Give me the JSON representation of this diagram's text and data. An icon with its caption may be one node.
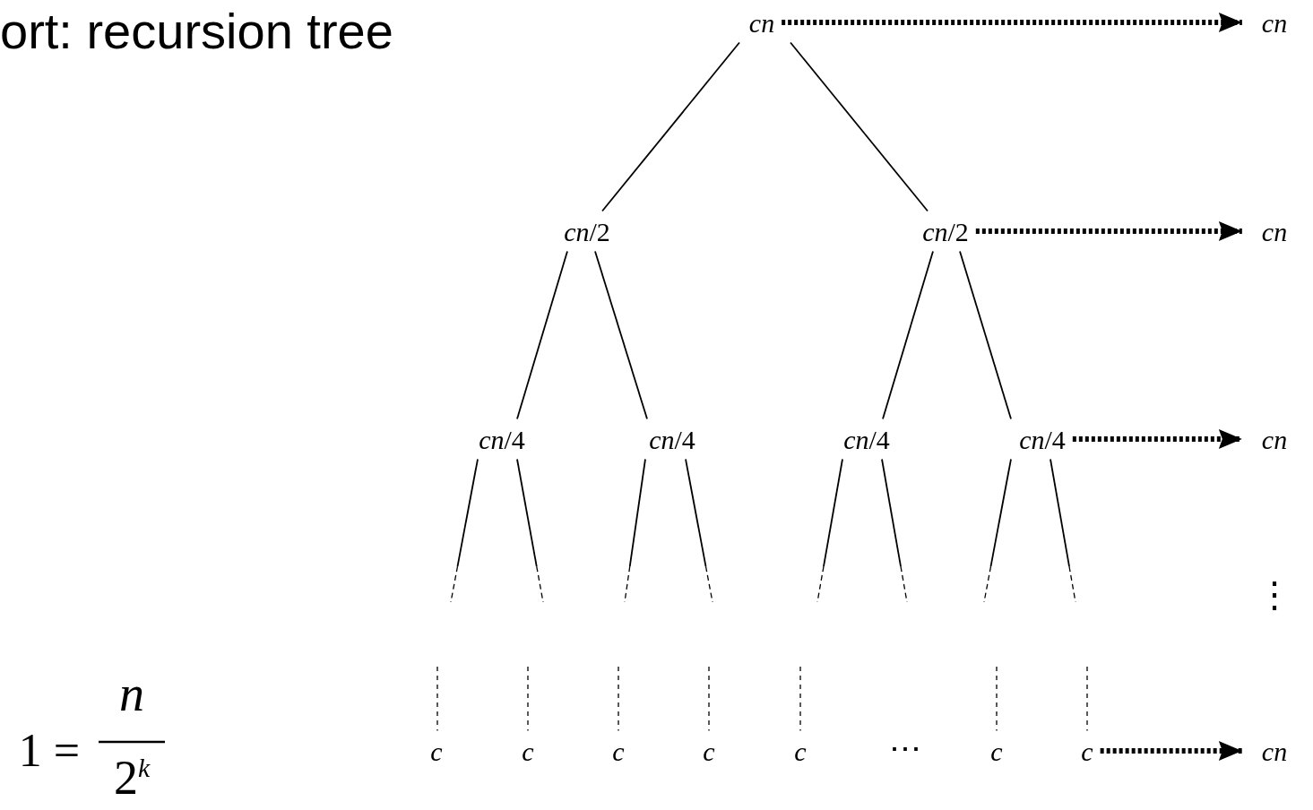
{
  "diagram": {
    "title": "ort: recursion tree",
    "nodes": [
      {
        "text": [
          "cn"
        ]
      },
      {
        "text": [
          "*cn*/2"
        ]
      },
      {
        "text": [
          "*cn*/2"
        ]
      },
      {
        "text": [
          "*cn*/4"
        ]
      },
      {
        "text": [
          "*cn*/4"
        ]
      },
      {
        "text": [
          "*cn*/4"
        ]
      },
      {
        "text": [
          "*cn*/4"
        ]
      },
      {
        "text": [
          "c"
        ]
      },
      {
        "text": [
          "c"
        ]
      },
      {
        "text": [
          "c"
        ]
      },
      {
        "text": [
          "c"
        ]
      },
      {
        "text": [
          "c"
        ]
      },
      {
        "text": [
          "c"
        ]
      },
      {
        "text": [
          "c"
        ]
      },
      {
        "text": [
          "cn"
        ]
      },
      {
        "text": [
          "cn"
        ]
      },
      {
        "text": [
          "cn"
        ]
      },
      {
        "text": [
          "cn"
        ]
      }
    ],
    "edges": [
      {
        "from": 0,
        "to": 1,
        "arrow": "none"
      },
      {
        "from": 0,
        "to": 2,
        "arrow": "none"
      },
      {
        "from": 1,
        "to": 3,
        "arrow": "none"
      },
      {
        "from": 1,
        "to": 4,
        "arrow": "none"
      },
      {
        "from": 2,
        "to": 5,
        "arrow": "none"
      },
      {
        "from": 2,
        "to": 6,
        "arrow": "none"
      },
      {
        "from": 3,
        "to": null,
        "arrow": "none"
      },
      {
        "from": 3,
        "to": null,
        "arrow": "none"
      },
      {
        "from": 4,
        "to": null,
        "arrow": "none"
      },
      {
        "from": 4,
        "to": null,
        "arrow": "none"
      },
      {
        "from": 5,
        "to": null,
        "arrow": "none"
      },
      {
        "from": 5,
        "to": null,
        "arrow": "none"
      },
      {
        "from": 6,
        "to": null,
        "arrow": "none"
      },
      {
        "from": 6,
        "to": null,
        "arrow": "none"
      },
      {
        "from": null,
        "to": 7,
        "arrow": "none",
        "style": "dashed"
      },
      {
        "from": null,
        "to": 8,
        "arrow": "none",
        "style": "dashed"
      },
      {
        "from": null,
        "to": 9,
        "arrow": "none",
        "style": "dashed"
      },
      {
        "from": null,
        "to": 10,
        "arrow": "none",
        "style": "dashed"
      },
      {
        "from": null,
        "to": 11,
        "arrow": "none",
        "style": "dashed"
      },
      {
        "from": null,
        "to": 12,
        "arrow": "none",
        "style": "dashed"
      },
      {
        "from": null,
        "to": 13,
        "arrow": "none",
        "style": "dashed"
      },
      {
        "from": 0,
        "to": 14,
        "arrow": "to",
        "style": "dashed"
      },
      {
        "from": 2,
        "to": 15,
        "arrow": "to",
        "style": "dashed"
      },
      {
        "from": 6,
        "to": 16,
        "arrow": "to",
        "style": "dashed"
      },
      {
        "from": 13,
        "to": 17,
        "arrow": "to",
        "style": "dashed"
      }
    ],
    "labels": [
      "⋮",
      "1 =",
      "n",
      "2$^{k}$",
      "⋯"
    ]
  }
}
